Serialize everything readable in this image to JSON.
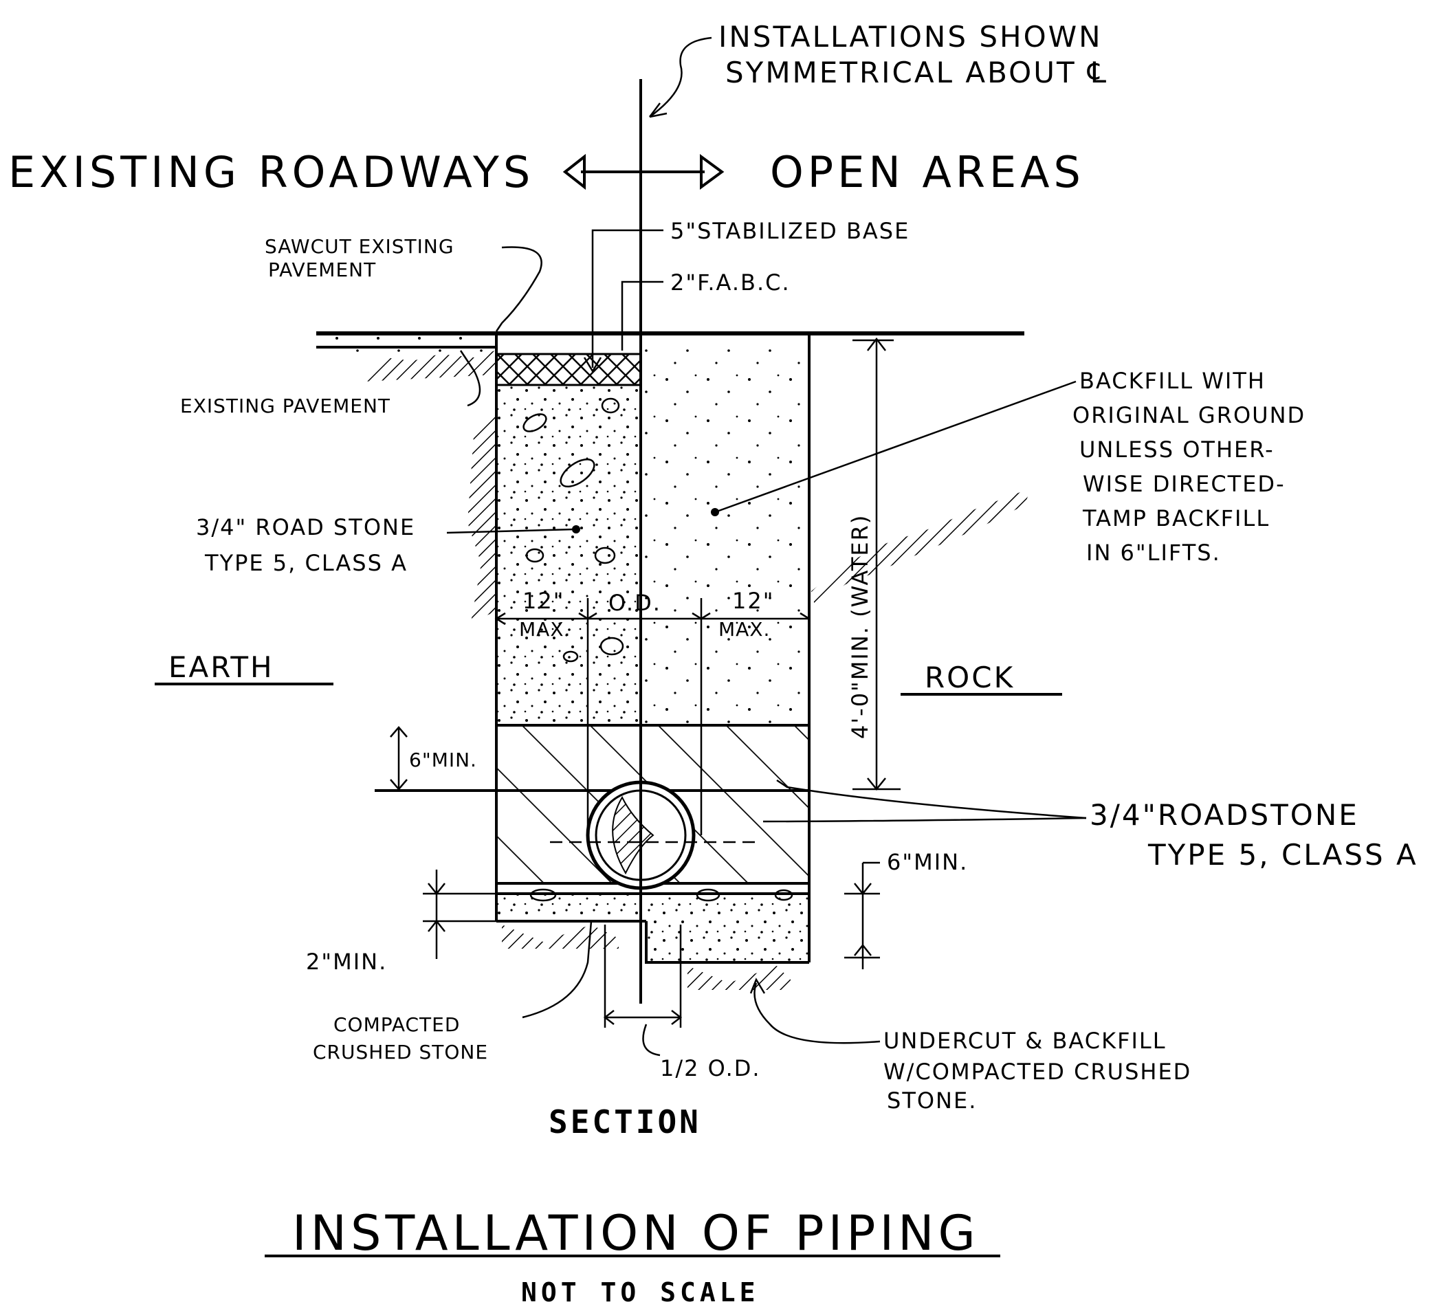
{
  "drawing": {
    "note_symmetry_line1": "INSTALLATIONS SHOWN",
    "note_symmetry_line2": "SYMMETRICAL ABOUT ℄",
    "left_zone": "EXISTING ROADWAYS",
    "right_zone": "OPEN AREAS",
    "label_stabilized_base": "5\"STABILIZED BASE",
    "label_fabc": "2\"F.A.B.C.",
    "label_sawcut_line1": "SAWCUT EXISTING",
    "label_sawcut_line2": "PAVEMENT",
    "label_existing_pavement": "EXISTING PAVEMENT",
    "label_backfill_lines": [
      "BACKFILL WITH",
      "ORIGINAL GROUND",
      "UNLESS OTHER-",
      "WISE DIRECTED-",
      "TAMP BACKFILL",
      "IN 6\"LIFTS."
    ],
    "label_roadstone_upper_line1": "3/4\" ROAD STONE",
    "label_roadstone_upper_line2": "TYPE 5, CLASS A",
    "dim_left_12": "12\"",
    "dim_left_max": "MAX.",
    "dim_od": "O.D.",
    "dim_right_12": "12\"",
    "dim_right_max": "MAX.",
    "label_earth": "EARTH",
    "label_rock": "ROCK",
    "dim_depth": "4'-0\"MIN. (WATER)",
    "dim_6min_left": "6\"MIN.",
    "label_roadstone_lower_line1": "3/4\"ROADSTONE",
    "label_roadstone_lower_line2": "TYPE 5, CLASS A",
    "dim_6min_right": "6\"MIN.",
    "dim_2min": "2\"MIN.",
    "label_compacted_line1": "COMPACTED",
    "label_compacted_line2": "CRUSHED STONE",
    "dim_half_od": "1/2 O.D.",
    "label_undercut_line1": "UNDERCUT & BACKFILL",
    "label_undercut_line2": "W/COMPACTED CRUSHED",
    "label_undercut_line3": "STONE.",
    "label_section": "SECTION",
    "title": "INSTALLATION OF PIPING",
    "subtitle": "NOT TO SCALE"
  }
}
